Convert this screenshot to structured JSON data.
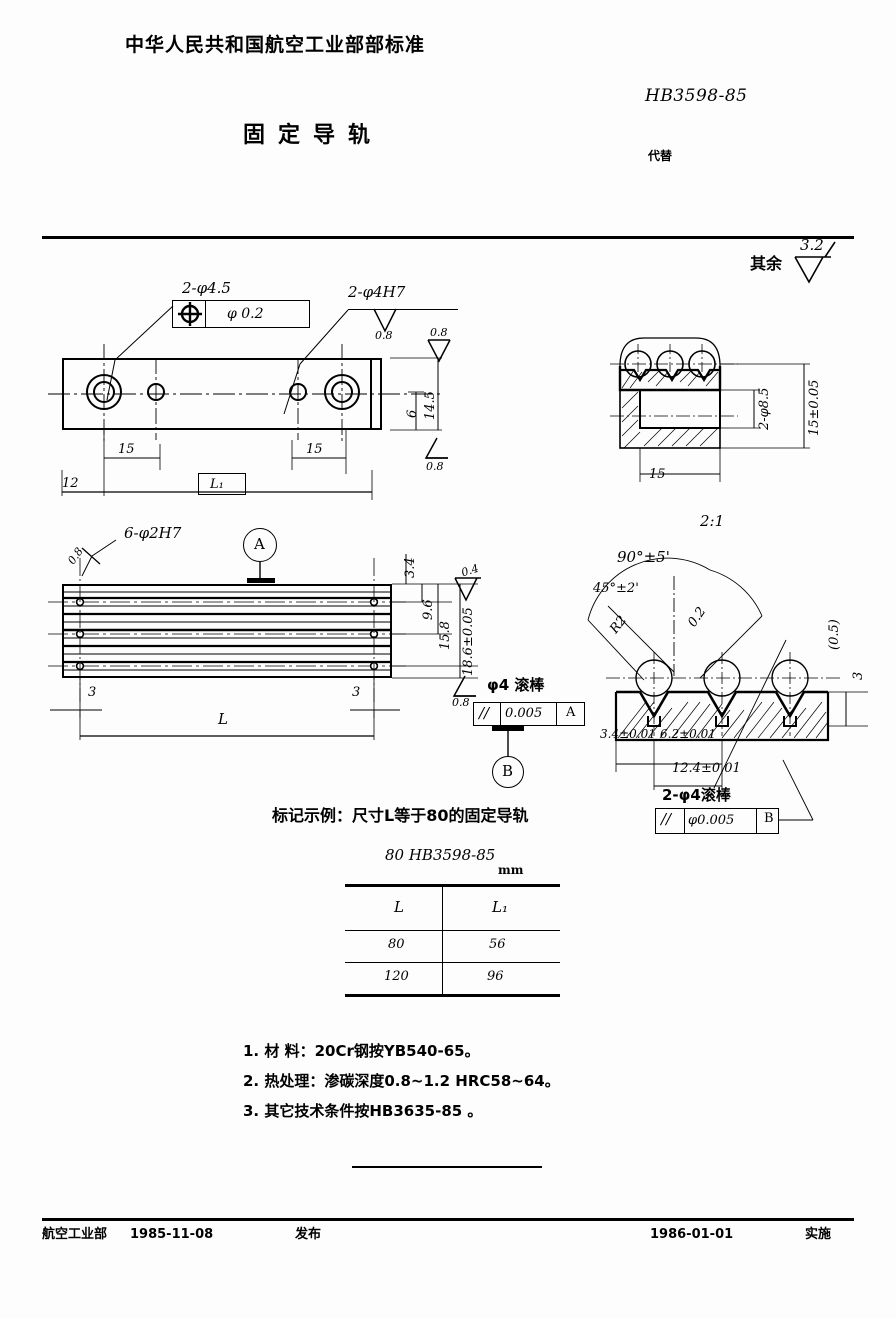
{
  "header": {
    "ministry_title": "中华人民共和国航空工业部部标准",
    "standard_no": "HB3598-85",
    "part_title": "固定导轨",
    "replaces_label": "代替",
    "replaces_value": ""
  },
  "general_surface": {
    "label": "其余",
    "value": "3.2"
  },
  "top_view": {
    "callout_holes_a": "2-φ4.5",
    "position_tol": "φ 0.2",
    "callout_holes_b": "2-φ4H7",
    "surf_a": "0.8",
    "surf_b": "0.8",
    "surf_c": "0.8",
    "dim_height": "14.5",
    "dim_inner": "6",
    "dim_15_left": "15",
    "dim_15_right": "15",
    "dim_12": "12",
    "dim_L1": "L₁"
  },
  "section_view": {
    "dim_15_width": "15",
    "dim_bore": "2-φ8.5",
    "dim_height": "15±0.05",
    "scale": "2:1"
  },
  "front_view": {
    "callout_holes": "6-φ2H7",
    "surf_corner": "0.8",
    "datum_a": "A",
    "dim_3_4": "3.4",
    "dim_9_6": "9.6",
    "dim_15_8": "15.8",
    "dim_18_6": "18.6±0.05",
    "surf_top": "0.4",
    "surf_bottom": "0.8",
    "dim_3_left": "3",
    "dim_3_right": "3",
    "dim_L": "L"
  },
  "tolerance_frame_1": {
    "title": "φ4 滚棒",
    "symbol": "//",
    "value": "0.005",
    "datum": "A",
    "datum_label": "B"
  },
  "tolerance_frame_2": {
    "title": "2-φ4滚棒",
    "symbol": "//",
    "value": "φ0.005",
    "datum": "B"
  },
  "detail_view": {
    "angle_90": "90°±5'",
    "angle_45": "45°±2'",
    "radius": "R2",
    "chamfer": "0.2",
    "dim_0_5": "(0.5)",
    "dim_3": "3",
    "dim_3_4": "3.4±0.01",
    "dim_6_2": "6.2±0.01",
    "dim_12_4": "12.4±0.01"
  },
  "marking": {
    "example_text": "标记示例：尺寸L等于80的固定导轨",
    "designation": "80   HB3598-85"
  },
  "length_table": {
    "unit": "mm",
    "columns": [
      "L",
      "L₁"
    ],
    "rows": [
      [
        "80",
        "56"
      ],
      [
        "120",
        "96"
      ]
    ]
  },
  "notes": [
    "1.  材   料：20Cr钢按YB540-65。",
    "2.  热处理：渗碳深度0.8~1.2  HRC58~64。",
    "3.  其它技术条件按HB3635-85 。"
  ],
  "footer": {
    "issuer": "航空工业部",
    "issue_date": "1985-11-08",
    "issue_verb": "发布",
    "effective_date": "1986-01-01",
    "effective_verb": "实施"
  }
}
